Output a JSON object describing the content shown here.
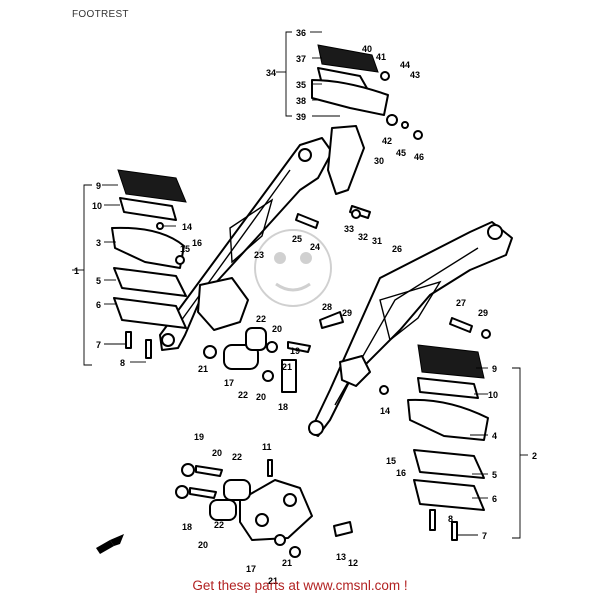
{
  "page": {
    "title": "FOOTREST",
    "footer": "Get these parts at www.cmsnl.com !"
  },
  "colors": {
    "line": "#000000",
    "background": "#ffffff",
    "footer_text": "#b22222",
    "title_text": "#333333"
  },
  "callouts": {
    "c1": "1",
    "c2": "2",
    "c3": "3",
    "c4": "4",
    "c5": "5",
    "c6": "6",
    "c7": "7",
    "c8": "8",
    "c9": "9",
    "c10": "10",
    "c11": "11",
    "c13": "13",
    "c14": "14",
    "c15": "15",
    "c16": "16",
    "c17": "17",
    "c18": "18",
    "c19": "19",
    "c20": "20",
    "c21": "21",
    "c22": "22",
    "c23": "23",
    "c24": "24",
    "c25": "25",
    "c26": "26",
    "c27": "27",
    "c28": "28",
    "c29": "29",
    "c30": "30",
    "c31": "31",
    "c32": "32",
    "c33": "33",
    "c34": "34",
    "c35": "35",
    "c36": "36",
    "c37": "37",
    "c38": "38",
    "c39": "39",
    "c40": "40",
    "c41": "41",
    "c42": "42",
    "c43": "43",
    "c44": "44",
    "c45": "45",
    "c46": "46",
    "c12": "12"
  },
  "icons": {
    "front_arrow": "arrow-icon",
    "watermark": "watermark-icon"
  }
}
